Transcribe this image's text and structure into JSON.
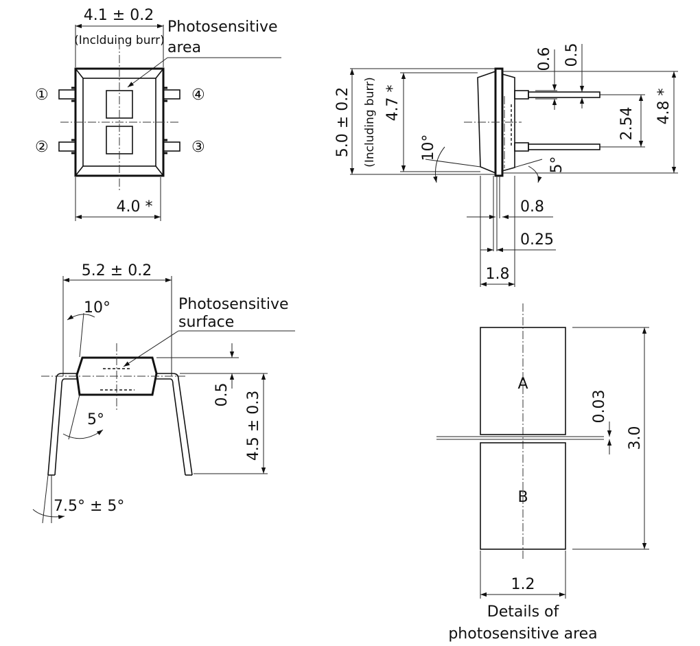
{
  "top_view": {
    "width_label": "4.1 ± 0.2",
    "burr_label": "(Inclduing burr)",
    "area_label_line1": "Photosensitive",
    "area_label_line2": "area",
    "pins": [
      "①",
      "②",
      "③",
      "④"
    ],
    "bottom_width_label": "4.0 *"
  },
  "side_view_right": {
    "height_label": "5.0 ± 0.2",
    "burr_label": "(Including burr)",
    "inner_height_label": "4.7 *",
    "angle_left": "10°",
    "angle_right": "5°",
    "lead_thick_a": "0.6",
    "lead_thick_b": "0.5",
    "pitch_label": "2.54",
    "total_height_label": "4.8 *",
    "dim_08": "0.8",
    "dim_025": "0.25",
    "dim_18": "1.8"
  },
  "front_view": {
    "width_label": "5.2 ± 0.2",
    "angle_top": "10°",
    "surface_line1": "Photosensitive",
    "surface_line2": "surface",
    "dim_05": "0.5",
    "height_label": "4.5 ± 0.3",
    "angle_bottom": "5°",
    "lead_angle": "7.5° ± 5°"
  },
  "detail": {
    "cell_a": "A",
    "cell_b": "B",
    "gap_label": "0.03",
    "height_label": "3.0",
    "width_label": "1.2",
    "caption_line1": "Details of",
    "caption_line2": "photosensitive area"
  }
}
